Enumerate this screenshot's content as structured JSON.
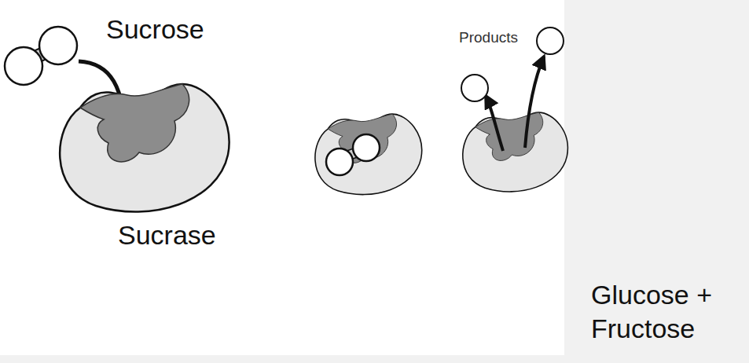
{
  "diagram": {
    "labels": [
      "Sucrose",
      "Sucrase",
      "Products",
      "Glucose + Fructose"
    ]
  }
}
